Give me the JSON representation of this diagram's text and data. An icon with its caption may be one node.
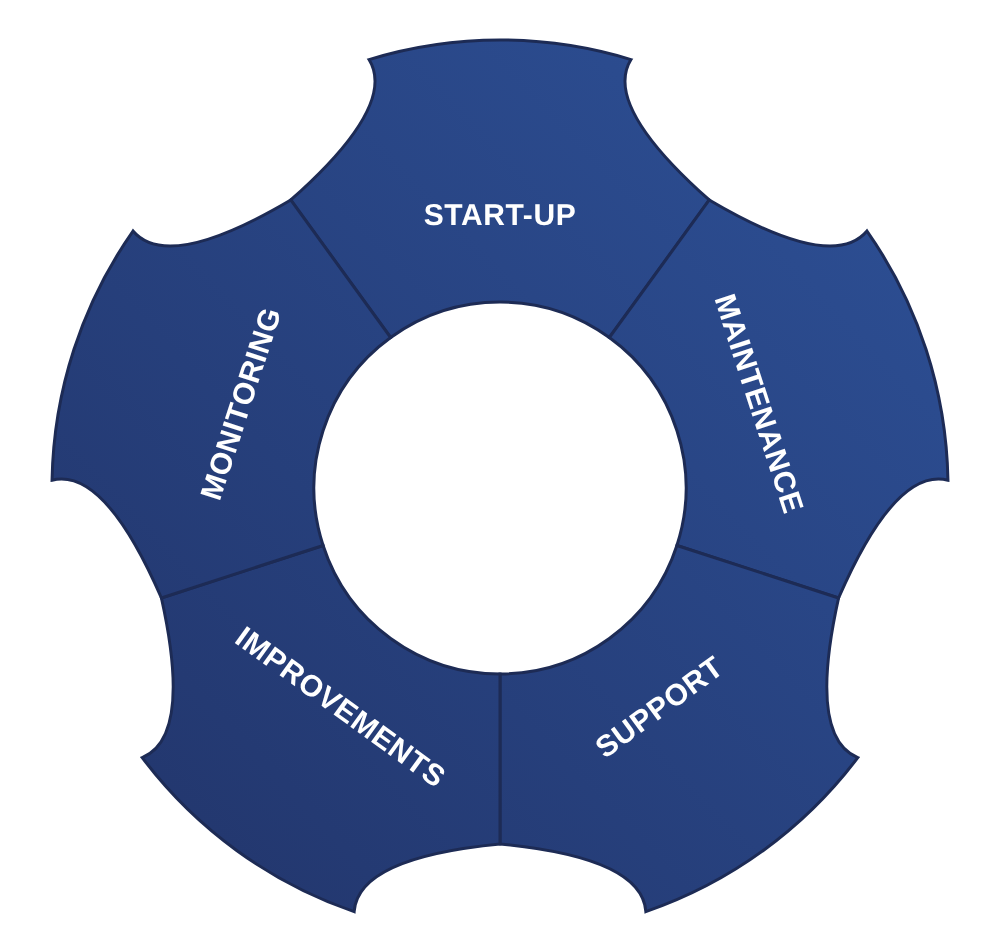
{
  "diagram": {
    "nodes": [
      {
        "text": [
          "START-UP"
        ]
      },
      {
        "text": [
          "MAINTENANCE"
        ]
      },
      {
        "text": [
          "SUPPORT"
        ]
      },
      {
        "text": [
          "IMPROVEMENTS"
        ]
      },
      {
        "text": [
          "MONITORING"
        ]
      }
    ]
  }
}
